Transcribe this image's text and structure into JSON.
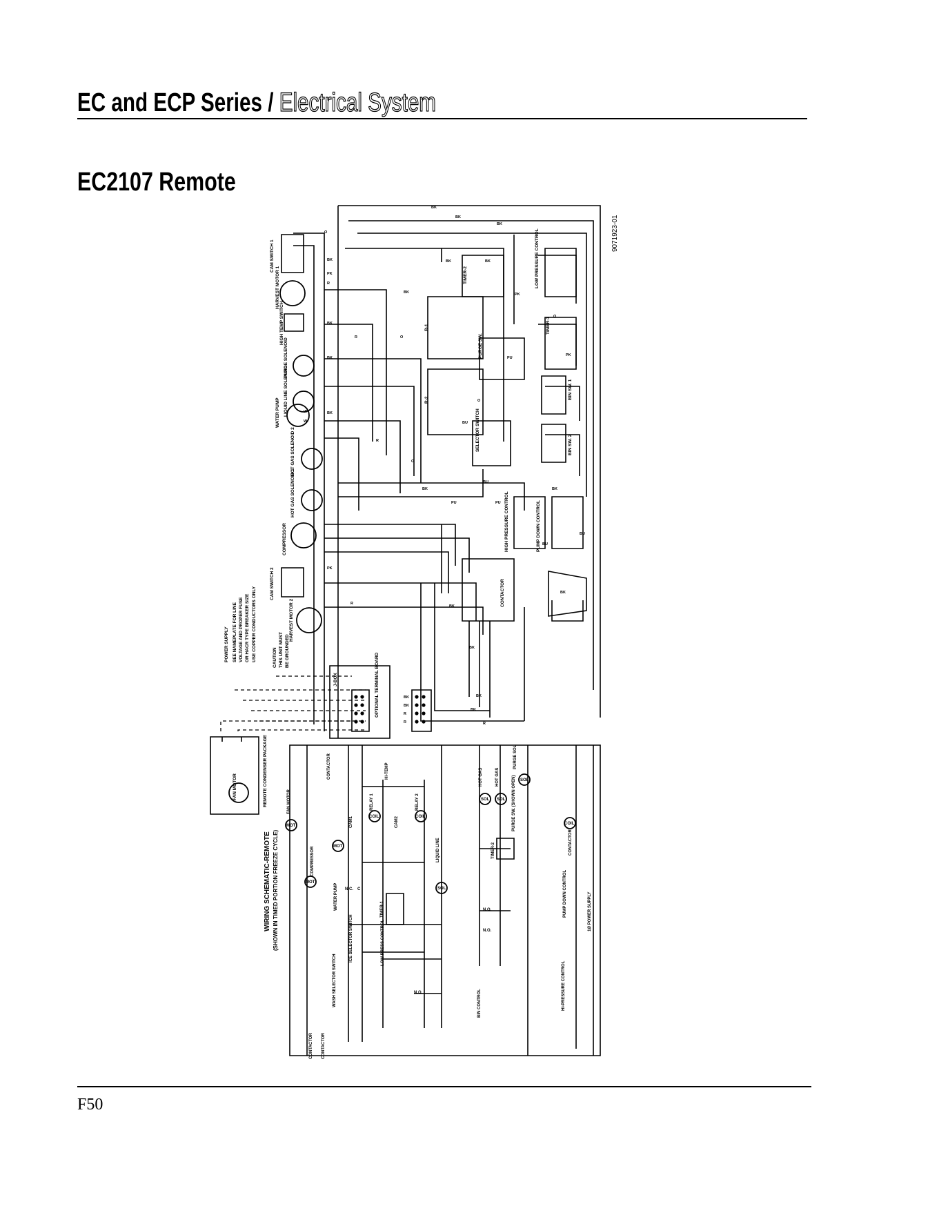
{
  "header": {
    "series": "EC and ECP Series",
    "separator": " / ",
    "section": "Electrical System"
  },
  "subtitle": "EC2107 Remote",
  "page_number": "F50",
  "diagram": {
    "drawing_number": "9071923-01",
    "components": {
      "cam_switch_1": "CAM SWITCH 1",
      "harvest_motor_1": "HARVEST MOTOR 1",
      "high_temp_switch": "HIGH TEMP SWITCH",
      "purge_solenoid": "PURGE SOLENOID",
      "liquid_line_solenoid": "LIQUID LINE SOLENOID",
      "water_pump": "WATER PUMP",
      "hot_gas_solenoid_2": "HOT GAS SOLENOID 2",
      "hot_gas_solenoid_1": "HOT GAS SOLENOID 1",
      "compressor": "COMPRESSOR",
      "cam_switch_2": "CAM SWITCH 2",
      "harvest_motor_2": "HARVEST MOTOR 2",
      "timer_2": "TIMER-2",
      "timer_1": "TIMER-1",
      "low_pressure_control": "LOW PRESSURE CONTROL",
      "purge_sw": "PURGE SW.",
      "bin_sw_1": "BIN SW. 1",
      "bin_sw_2": "BIN SW. 2",
      "selector_switch": "SELECTOR SWITCH",
      "high_pressure_control": "HIGH PRESSURE CONTROL",
      "pump_down_control": "PUMP DOWN CONTROL",
      "contactor": "CONTACTOR",
      "relay_r1": "R-1",
      "relay_r2": "R-2",
      "optional_terminal_board": "OPTIONAL TERMINAL BOARD",
      "jbox": "J-BOX",
      "remote_condenser": "REMOTE CONDENSER PACKAGE",
      "fan_motor": "FAN MOTOR"
    },
    "notes": {
      "power_supply_title": "POWER SUPPLY",
      "power_supply_1": "SEE NAMEPLATE FOR LINE",
      "power_supply_2": "VOLTAGE AND PROPER FUSE",
      "power_supply_3": "OR HACR TYPE BREAKER SIZE",
      "power_supply_4": "USE COPPER CONDUCTORS ONLY",
      "caution_1": "CAUTION",
      "caution_2": "THIS UNIT MUST",
      "caution_3": "BE GROUNDED"
    },
    "schematic": {
      "title": "WIRING SCHEMATIC-REMOTE",
      "subtitle": "(SHOWN IN TIMED PORTION FREEZE CYCLE)",
      "labels": {
        "contactor": "CONTACTOR",
        "fan_motor": "FAN MOTOR",
        "compressor": "COMPRESSOR",
        "water_pump": "WATER PUMP",
        "mot": "MOT",
        "hi_temp": "HI-TEMP",
        "cam1": "CAM1",
        "cam2": "CAM2",
        "relay_1": "RELAY 1",
        "relay_2": "RELAY 2",
        "coil": "COIL",
        "liquid_line": "LIQUID LINE",
        "sol": "SOL",
        "timer_1": "TIMER-1",
        "timer_2": "TIMER-2",
        "ice_selector": "ICE SELECTOR SWITCH",
        "wash_selector": "WASH SELECTOR SWITCH",
        "low_press": "LOW PRESS CONTROL",
        "bin_control": "BIN CONTROL",
        "hot_gas": "HOT GAS",
        "purge_sol": "PURGE SOL",
        "purge_sw": "PURGE SW. (SHOWN OPEN)",
        "pump_down": "PUMP DOWN CONTROL",
        "hi_pressure": "HI-PRESSURE CONTROL",
        "power_supply": "1Ø POWER SUPPLY",
        "no": "N.O.",
        "nc": "N.C.",
        "c": "C"
      }
    },
    "wire_colors": {
      "bk": "BK",
      "r": "R",
      "o": "O",
      "pk": "PK",
      "bu": "BU",
      "pu": "PU",
      "w": "W"
    }
  }
}
